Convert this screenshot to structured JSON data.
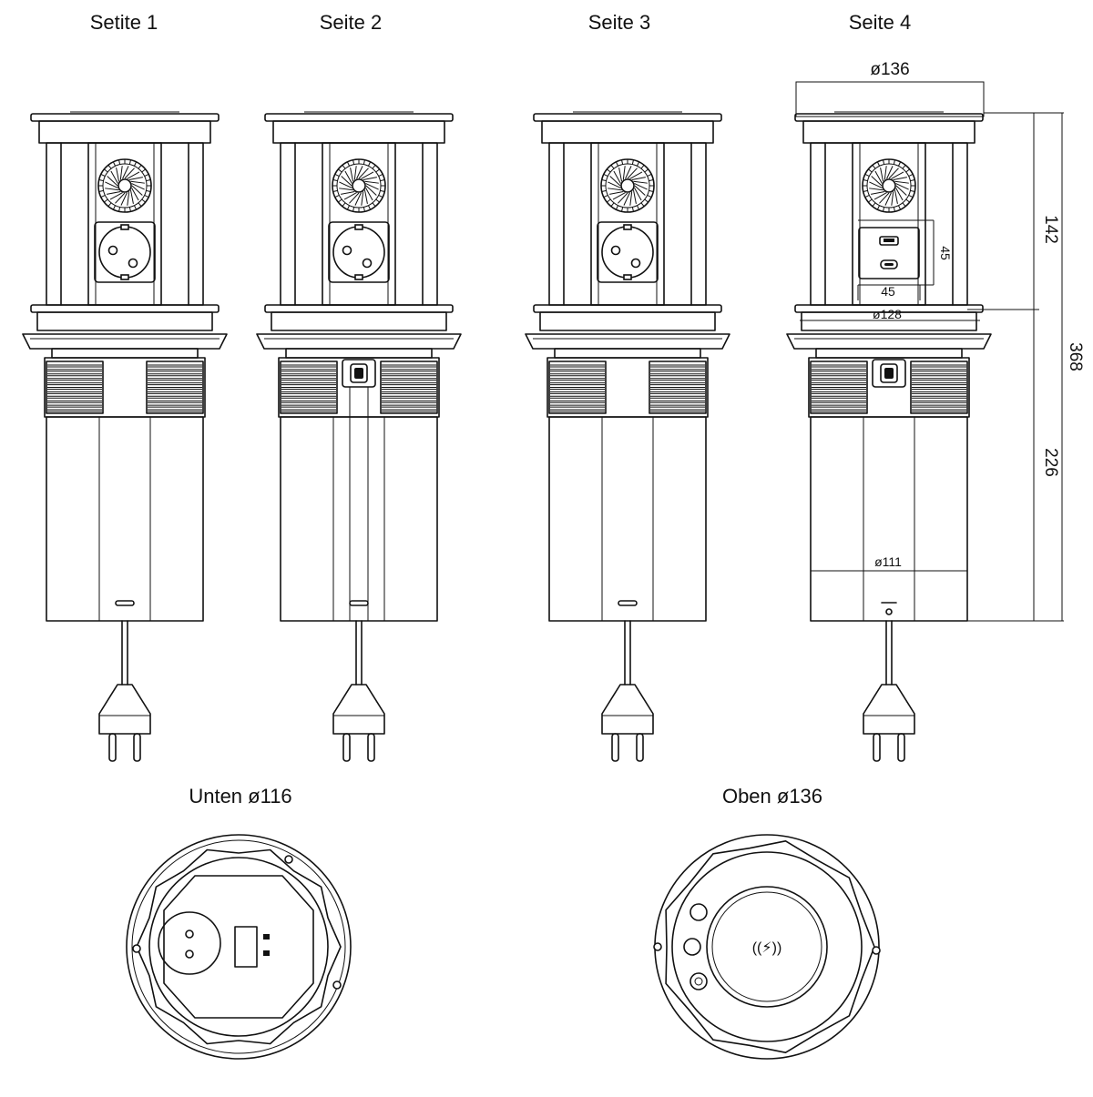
{
  "views": [
    {
      "label": "Setite 1"
    },
    {
      "label": "Seite 2"
    },
    {
      "label": "Seite 3"
    },
    {
      "label": "Seite 4"
    }
  ],
  "bottom_views": {
    "bottom_label": "Unten ø116",
    "top_label": "Oben ø136"
  },
  "dimensions": {
    "top_diameter": "ø136",
    "collar_diameter": "ø128",
    "body_diameter": "ø111",
    "module_width": "45",
    "module_height": "45",
    "upper_height": "142",
    "lower_height": "226",
    "total_height": "368"
  }
}
